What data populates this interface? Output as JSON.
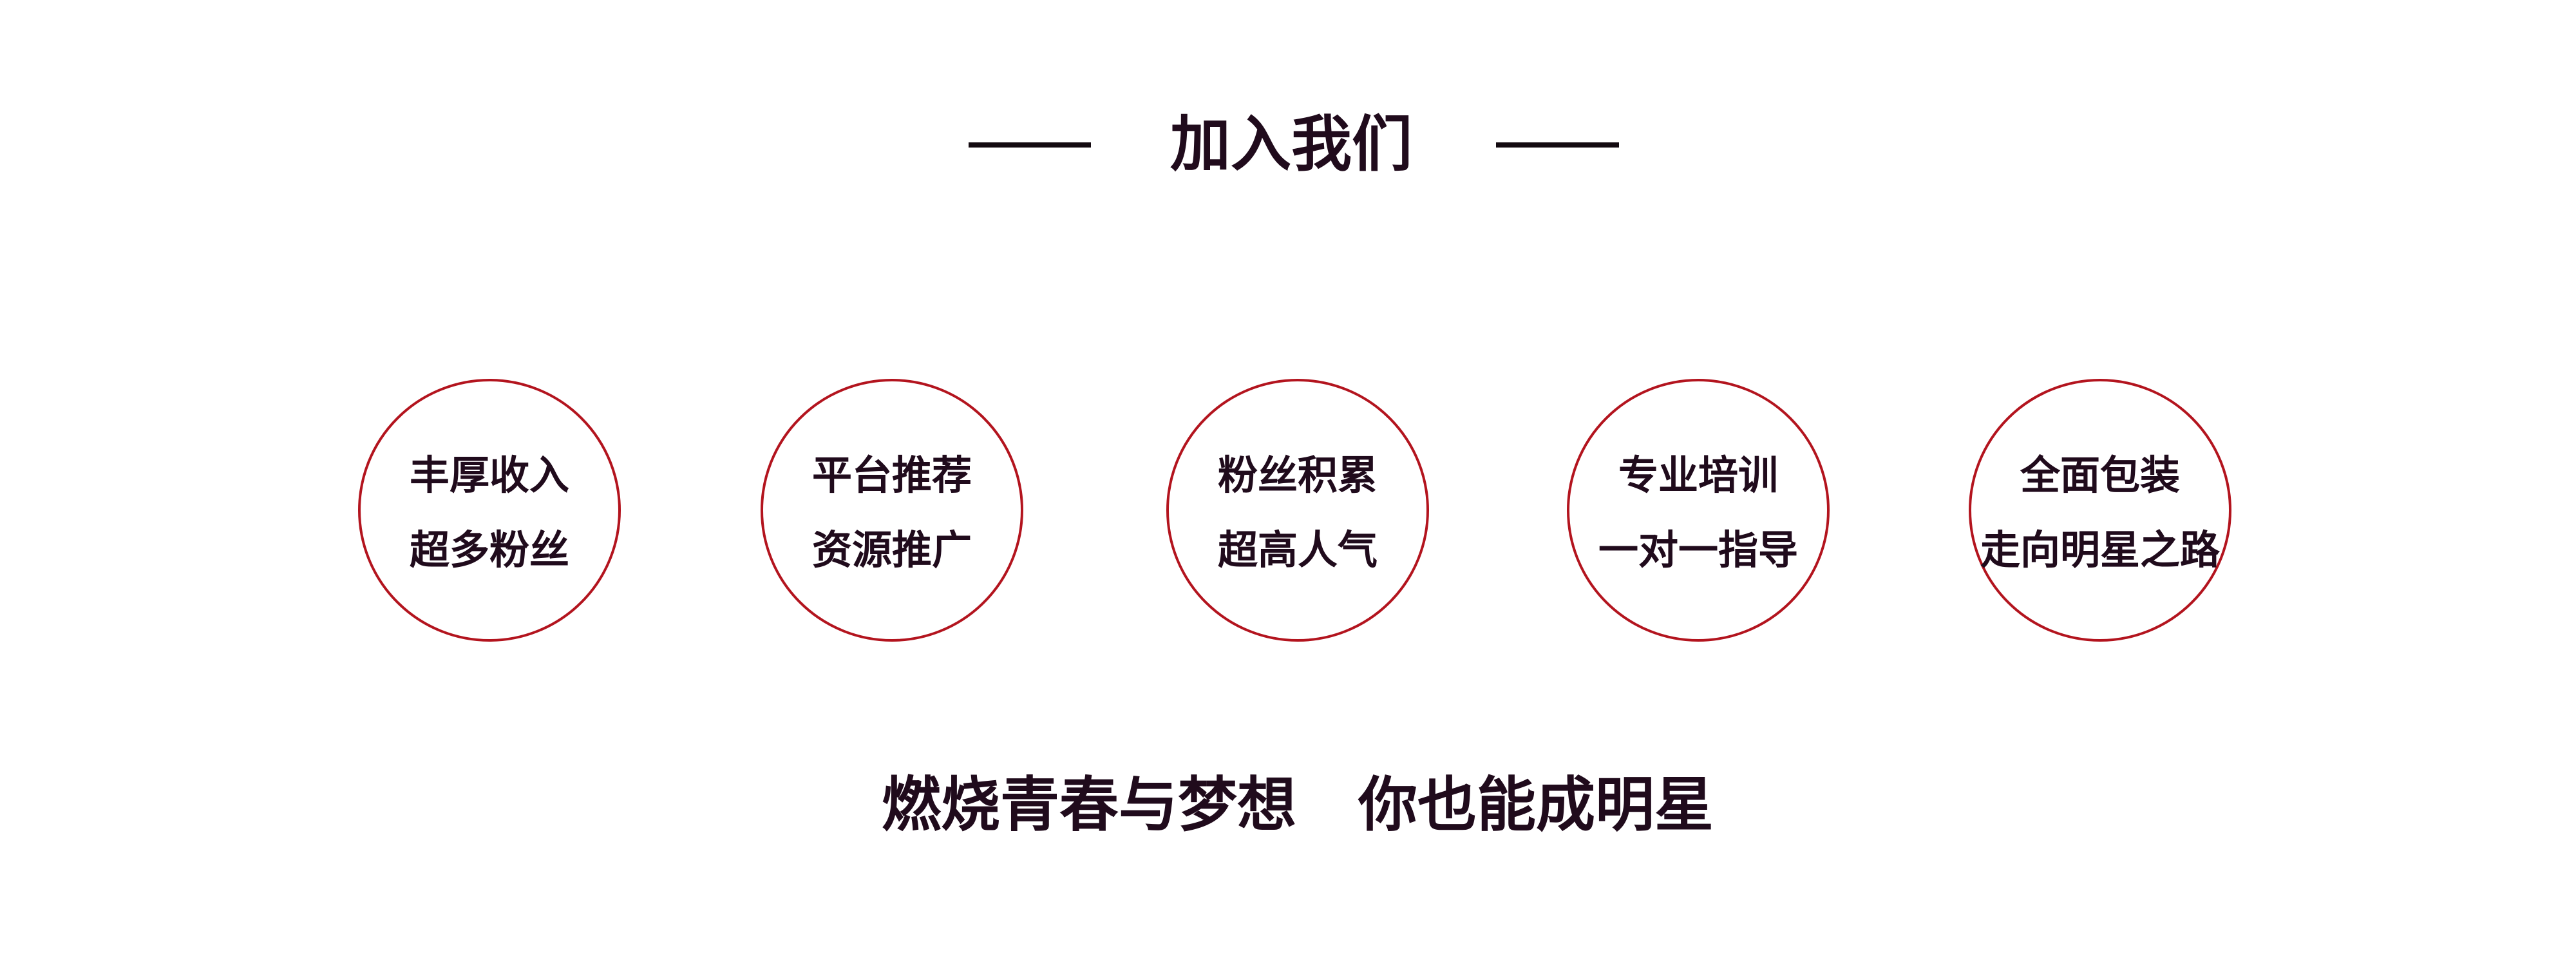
{
  "header": {
    "title": "加入我们"
  },
  "features": [
    {
      "line1": "丰厚收入",
      "line2": "超多粉丝"
    },
    {
      "line1": "平台推荐",
      "line2": "资源推广"
    },
    {
      "line1": "粉丝积累",
      "line2": "超高人气"
    },
    {
      "line1": "专业培训",
      "line2": "一对一指导"
    },
    {
      "line1": "全面包装",
      "line2": "走向明星之路"
    }
  ],
  "slogan": {
    "part1": "燃烧青春与梦想",
    "part2": "你也能成明星"
  },
  "colors": {
    "accent": "#b3141e",
    "text": "#200b1c"
  }
}
